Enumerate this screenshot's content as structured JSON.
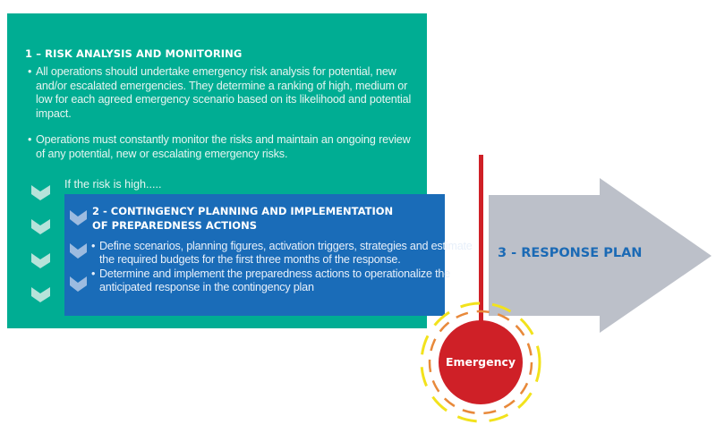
{
  "colors": {
    "teal": "#00ad93",
    "blue": "#1a6cb8",
    "arrow_gray": "#bcc0c9",
    "emergency_red": "#cf2027",
    "ring_orange": "#e8893a",
    "ring_yellow": "#f2e21c",
    "response_text": "#1b6ab5"
  },
  "step1": {
    "title": "1 – RISK ANALYSIS AND MONITORING",
    "bullets": [
      "All operations should undertake emergency risk analysis for potential, new and/or escalated emergencies. They determine a ranking of high, medium or low for each agreed emergency scenario based on its likelihood and potential impact.",
      "Operations must constantly monitor the risks and maintain an ongoing review of any potential, new or escalating emergency risks."
    ],
    "condition": "If the risk is high....."
  },
  "step2": {
    "title_line1": "2 - CONTINGENCY PLANNING AND IMPLEMENTATION",
    "title_line2": "OF PREPAREDNESS ACTIONS",
    "bullets": [
      "Define scenarios, planning figures, activation triggers, strategies and estimate the required budgets for the first three months of the response.",
      "Determine and implement the preparedness actions to operationalize the anticipated response in the contingency plan"
    ]
  },
  "step3": {
    "title": "3 - RESPONSE PLAN"
  },
  "emergency": {
    "label": "Emergency"
  },
  "bullet_char": "•",
  "icons": [
    "chevron-down-icon"
  ]
}
